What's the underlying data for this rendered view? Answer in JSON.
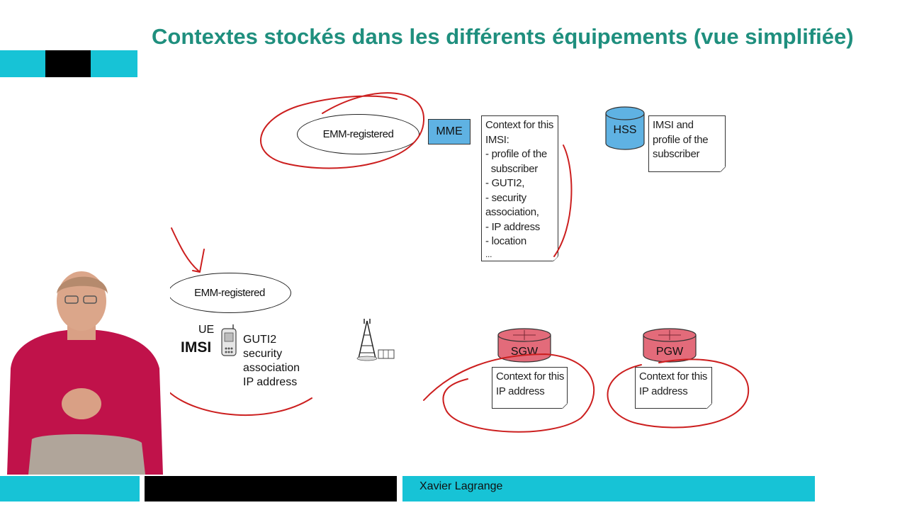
{
  "slide": {
    "title": "Contextes stockés dans les différents équipements (vue simplifiée)",
    "footer_name": "Xavier Lagrange"
  },
  "diagram": {
    "ue": {
      "state_label": "EMM-registered",
      "ue_label": "UE",
      "imsi_label": "IMSI",
      "context_lines": [
        "GUTI2",
        "security",
        "association",
        "IP address"
      ]
    },
    "mme": {
      "state_label": "EMM-registered",
      "label": "MME",
      "context_lines": [
        "Context for this",
        "IMSI:",
        "- profile of the",
        "  subscriber",
        "- GUTI2,",
        "- security",
        "association,",
        "- IP address",
        "- location",
        "..."
      ]
    },
    "hss": {
      "label": "HSS",
      "context_lines": [
        "IMSI and",
        "profile of the",
        "subscriber"
      ]
    },
    "sgw": {
      "label": "SGW",
      "context_lines": [
        "Context for this",
        "IP address"
      ]
    },
    "pgw": {
      "label": "PGW",
      "context_lines": [
        "Context for this",
        "IP address"
      ]
    }
  },
  "colors": {
    "title": "#1f8f7e",
    "accent_bar": "#17c3d6",
    "node_blue": "#5fb2e3",
    "node_red": "#e36b7a",
    "annotation_red": "#cc1f1f"
  }
}
